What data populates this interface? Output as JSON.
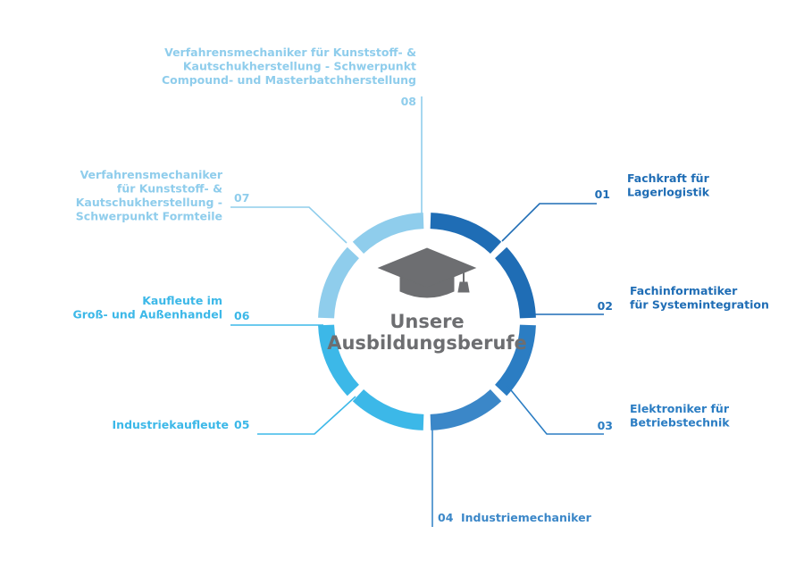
{
  "center": {
    "line1": "Unsere",
    "line2": "Ausbildungsberufe",
    "icon": "graduation-cap-icon",
    "text_color": "#6d6e71"
  },
  "colors": {
    "ring_bg": "#ffffff",
    "cap": "#6d6e71",
    "dark_blue": "#1f6db5",
    "mid_blue": "#3d8fcf",
    "sky_blue": "#3cb8e8",
    "light_blue": "#8fcdec"
  },
  "items": [
    {
      "number": "01",
      "lines": [
        "Fachkraft für",
        "Lagerlogistik"
      ],
      "color": "#1f6db5"
    },
    {
      "number": "02",
      "lines": [
        "Fachinformatiker",
        "für Systemintegration"
      ],
      "color": "#1f6db5"
    },
    {
      "number": "03",
      "lines": [
        "Elektroniker für",
        "Betriebstechnik"
      ],
      "color": "#2b7dc3"
    },
    {
      "number": "04",
      "lines": [
        "Industriemechaniker"
      ],
      "color": "#3b87c8"
    },
    {
      "number": "05",
      "lines": [
        "Industriekaufleute"
      ],
      "color": "#3cb8e8"
    },
    {
      "number": "06",
      "lines": [
        "Kaufleute im",
        "Groß- und Außenhandel"
      ],
      "color": "#3cb8e8"
    },
    {
      "number": "07",
      "lines": [
        "Verfahrensmechaniker",
        "für Kunststoff- &",
        "Kautschukherstellung -",
        "Schwerpunkt Formteile"
      ],
      "color": "#8fcdec"
    },
    {
      "number": "08",
      "lines": [
        "Verfahrensmechaniker für Kunststoff- &",
        "Kautschukherstellung - Schwerpunkt",
        "Compound- und Masterbatchherstellung"
      ],
      "color": "#8fcdec"
    }
  ]
}
